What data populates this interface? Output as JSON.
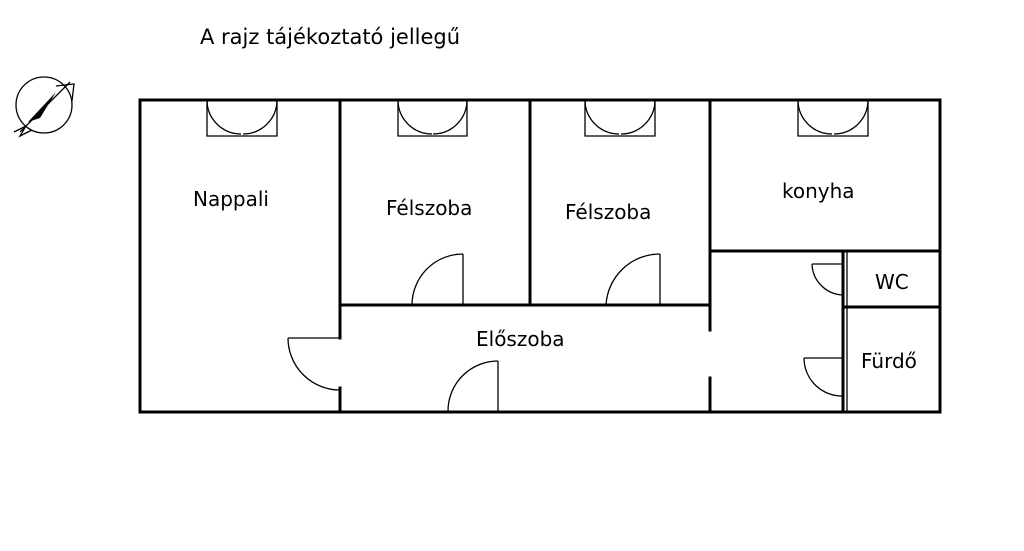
{
  "plan": {
    "caption": "A rajz tájékoztató jellegű",
    "rooms": [
      {
        "id": "nappali",
        "label": "Nappali"
      },
      {
        "id": "felszoba-1",
        "label": "Félszoba"
      },
      {
        "id": "felszoba-2",
        "label": "Félszoba"
      },
      {
        "id": "konyha",
        "label": "konyha"
      },
      {
        "id": "wc",
        "label": "WC"
      },
      {
        "id": "eloszoba",
        "label": "Előszoba"
      },
      {
        "id": "furdo",
        "label": "Fürdő"
      }
    ],
    "compass_icon": "north-arrow-icon",
    "colors": {
      "line": "#000000",
      "background": "#ffffff"
    }
  }
}
